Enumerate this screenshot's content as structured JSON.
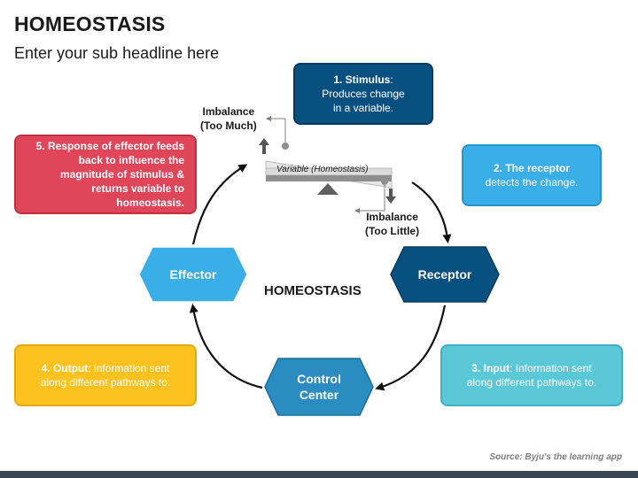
{
  "title": "HOMEOSTASIS",
  "subtitle": "Enter your sub headline here",
  "center_label": "HOMEOSTASIS",
  "stimulus": {
    "head": "1. Stimulus",
    "text_1": "Produces change",
    "text_2": "in a variable."
  },
  "receptor_note": {
    "head": "2. The receptor",
    "text": "detects the change."
  },
  "input": {
    "head": "3. Input",
    "text_1": "Information sent",
    "text_2": "along different pathways to."
  },
  "output": {
    "head": "4. Output",
    "text_1": "information sent",
    "text_2": "along different pathways to."
  },
  "response": {
    "line1": "5. Response of effector feeds",
    "line2": "back to influence the",
    "line3": "magnitude of stimulus &",
    "line4": "returns variable to homeostasis."
  },
  "hex": {
    "effector": "Effector",
    "receptor": "Receptor",
    "control_1": "Control",
    "control_2": "Center"
  },
  "imbalance_high": {
    "line1": "Imbalance",
    "line2": "(Too Much)"
  },
  "imbalance_low": {
    "line1": "Imbalance",
    "line2": "(Too Little)"
  },
  "variable_label": "Variable (Homeostasis)",
  "source": "Source: Byju's the learning app",
  "colors": {
    "stimulus": "#08507f",
    "receptor_note": "#3aaee6",
    "input": "#5bc8d8",
    "output": "#fdc21f",
    "response": "#e0465a",
    "hex_effector": "#3aaee6",
    "hex_receptor": "#08507f",
    "hex_control": "#2a8cc0"
  }
}
